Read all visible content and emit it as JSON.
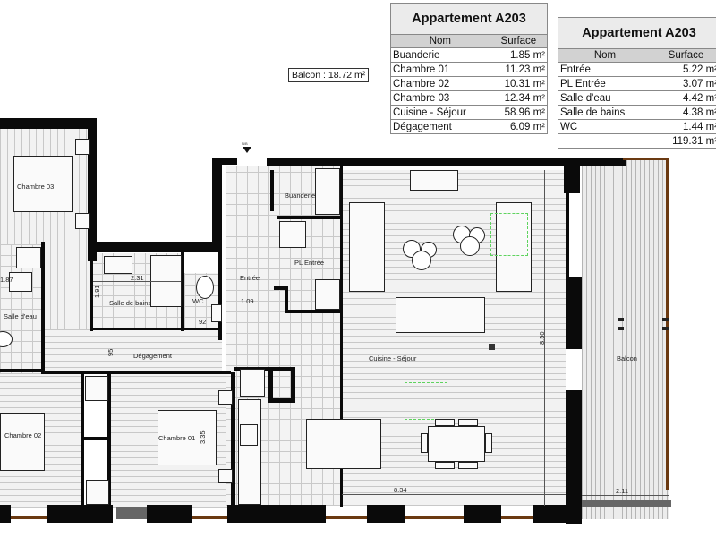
{
  "tables": [
    {
      "title": "Appartement A203",
      "headers": [
        "Nom",
        "Surface"
      ],
      "rows": [
        {
          "name": "Buanderie",
          "surface": "1.85 m²"
        },
        {
          "name": "Chambre 01",
          "surface": "11.23 m²"
        },
        {
          "name": "Chambre 02",
          "surface": "10.31 m²"
        },
        {
          "name": "Chambre 03",
          "surface": "12.34 m²"
        },
        {
          "name": "Cuisine - Séjour",
          "surface": "58.96 m²"
        },
        {
          "name": "Dégagement",
          "surface": "6.09 m²"
        }
      ]
    },
    {
      "title": "Appartement A203",
      "headers": [
        "Nom",
        "Surface"
      ],
      "rows": [
        {
          "name": "Entrée",
          "surface": "5.22 m²"
        },
        {
          "name": "PL Entrée",
          "surface": "3.07 m²"
        },
        {
          "name": "Salle d'eau",
          "surface": "4.42 m²"
        },
        {
          "name": "Salle de bains",
          "surface": "4.38 m²"
        },
        {
          "name": "WC",
          "surface": "1.44 m²"
        }
      ],
      "total": "119.31 m²"
    }
  ],
  "balcony_note": "Balcon : 18.72 m²",
  "rooms": {
    "chambre03": "Chambre 03",
    "salle_eau": "Salle d'eau",
    "salle_bains": "Salle de bains",
    "wc": "WC",
    "degagement": "Dégagement",
    "chambre02": "Chambre 02",
    "chambre01": "Chambre 01",
    "buanderie": "Buanderie",
    "pl_entree": "PL Entrée",
    "entree": "Entrée",
    "cuisine_sejour": "Cuisine - Séjour",
    "balcon": "Balcon"
  },
  "dimensions": {
    "salle_eau_w": "1.87",
    "sdb_w": "2.31",
    "sdb_h": "1.91",
    "wc_w": "92",
    "degagement_h": "95",
    "entree_w": "1.09",
    "chambre01_h": "3.35",
    "sejour_h": "8.50",
    "sejour_w": "8.34",
    "balcon_w": "2.11"
  },
  "entry_marker": "N/B"
}
